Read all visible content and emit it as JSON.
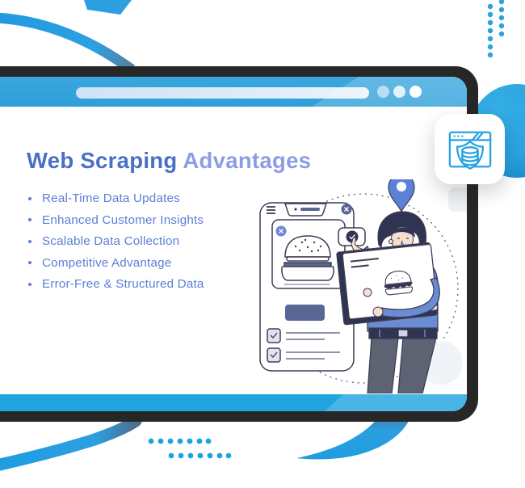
{
  "title": {
    "primary": "Web Scraping ",
    "accent": "Advantages"
  },
  "advantages": [
    "Real-Time Data Updates",
    "Enhanced Customer Insights",
    "Scalable Data Collection",
    "Competitive Advantage",
    "Error-Free & Structured Data"
  ],
  "browser": {
    "address_bar_text": "",
    "window_dot_colors": [
      "#a7d6f2",
      "#dbeef9",
      "#ffffff"
    ]
  },
  "icons": {
    "badge": "browser-shield-database-icon"
  },
  "colors": {
    "accent_blue": "#29a2e0",
    "frame_dark": "#272727",
    "header_blue": "#31a2dc",
    "title_primary": "#4a70c6",
    "title_accent": "#8d9de4",
    "list_text": "#5b7ed6",
    "illustration_ink": "#3f3d56",
    "illustration_slate": "#5a6794",
    "sweater_blue": "#6a8cd4",
    "pin_blue": "#5b82d6"
  }
}
